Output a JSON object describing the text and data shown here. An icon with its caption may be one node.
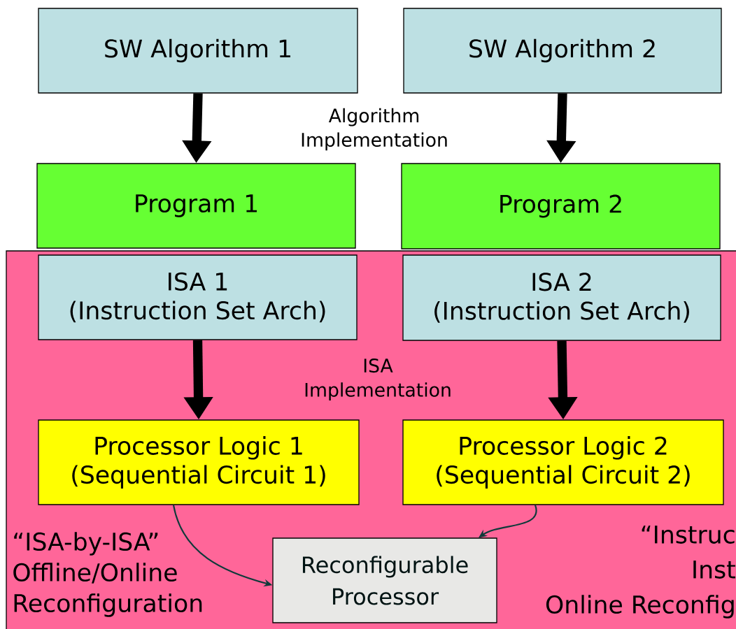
{
  "diagram": {
    "nodes": [
      {
        "text": [
          "SW Algorithm 1"
        ]
      },
      {
        "text": [
          "SW Algorithm 2"
        ]
      },
      {
        "text": [
          "Program 1"
        ]
      },
      {
        "text": [
          "Program 2"
        ]
      },
      {
        "text": [],
        "shape": "box"
      },
      {
        "text": [
          "ISA 1",
          "(Instruction Set Arch)"
        ],
        "in": 4
      },
      {
        "text": [
          "ISA 2",
          "(Instruction Set Arch)"
        ],
        "in": 4
      },
      {
        "text": [
          "Processor Logic 1",
          "(Sequential Circuit 1)"
        ],
        "in": 4
      },
      {
        "text": [
          "Processor Logic 2",
          "(Sequential Circuit 2)"
        ],
        "in": 4
      },
      {
        "text": [
          "Reconfigurable Processor"
        ],
        "in": 4
      }
    ],
    "edges": [
      {
        "from": 0,
        "to": 2,
        "arrow": "to"
      },
      {
        "from": 1,
        "to": 3,
        "arrow": "to"
      },
      {
        "from": 5,
        "to": 7,
        "arrow": "to"
      },
      {
        "from": 6,
        "to": 8,
        "arrow": "to"
      },
      {
        "from": 7,
        "to": 9,
        "arrow": "to",
        "color": "#0f3a3a"
      },
      {
        "from": 8,
        "to": 9,
        "arrow": "to",
        "color": "#0f3a3a"
      }
    ],
    "labels": [
      "Algorithm Implementation",
      "ISA Implementation",
      "“ISA-by-ISA” Offline/Online Reconfiguration",
      "“Instruc",
      "Inst",
      "Online Reconfig"
    ]
  }
}
